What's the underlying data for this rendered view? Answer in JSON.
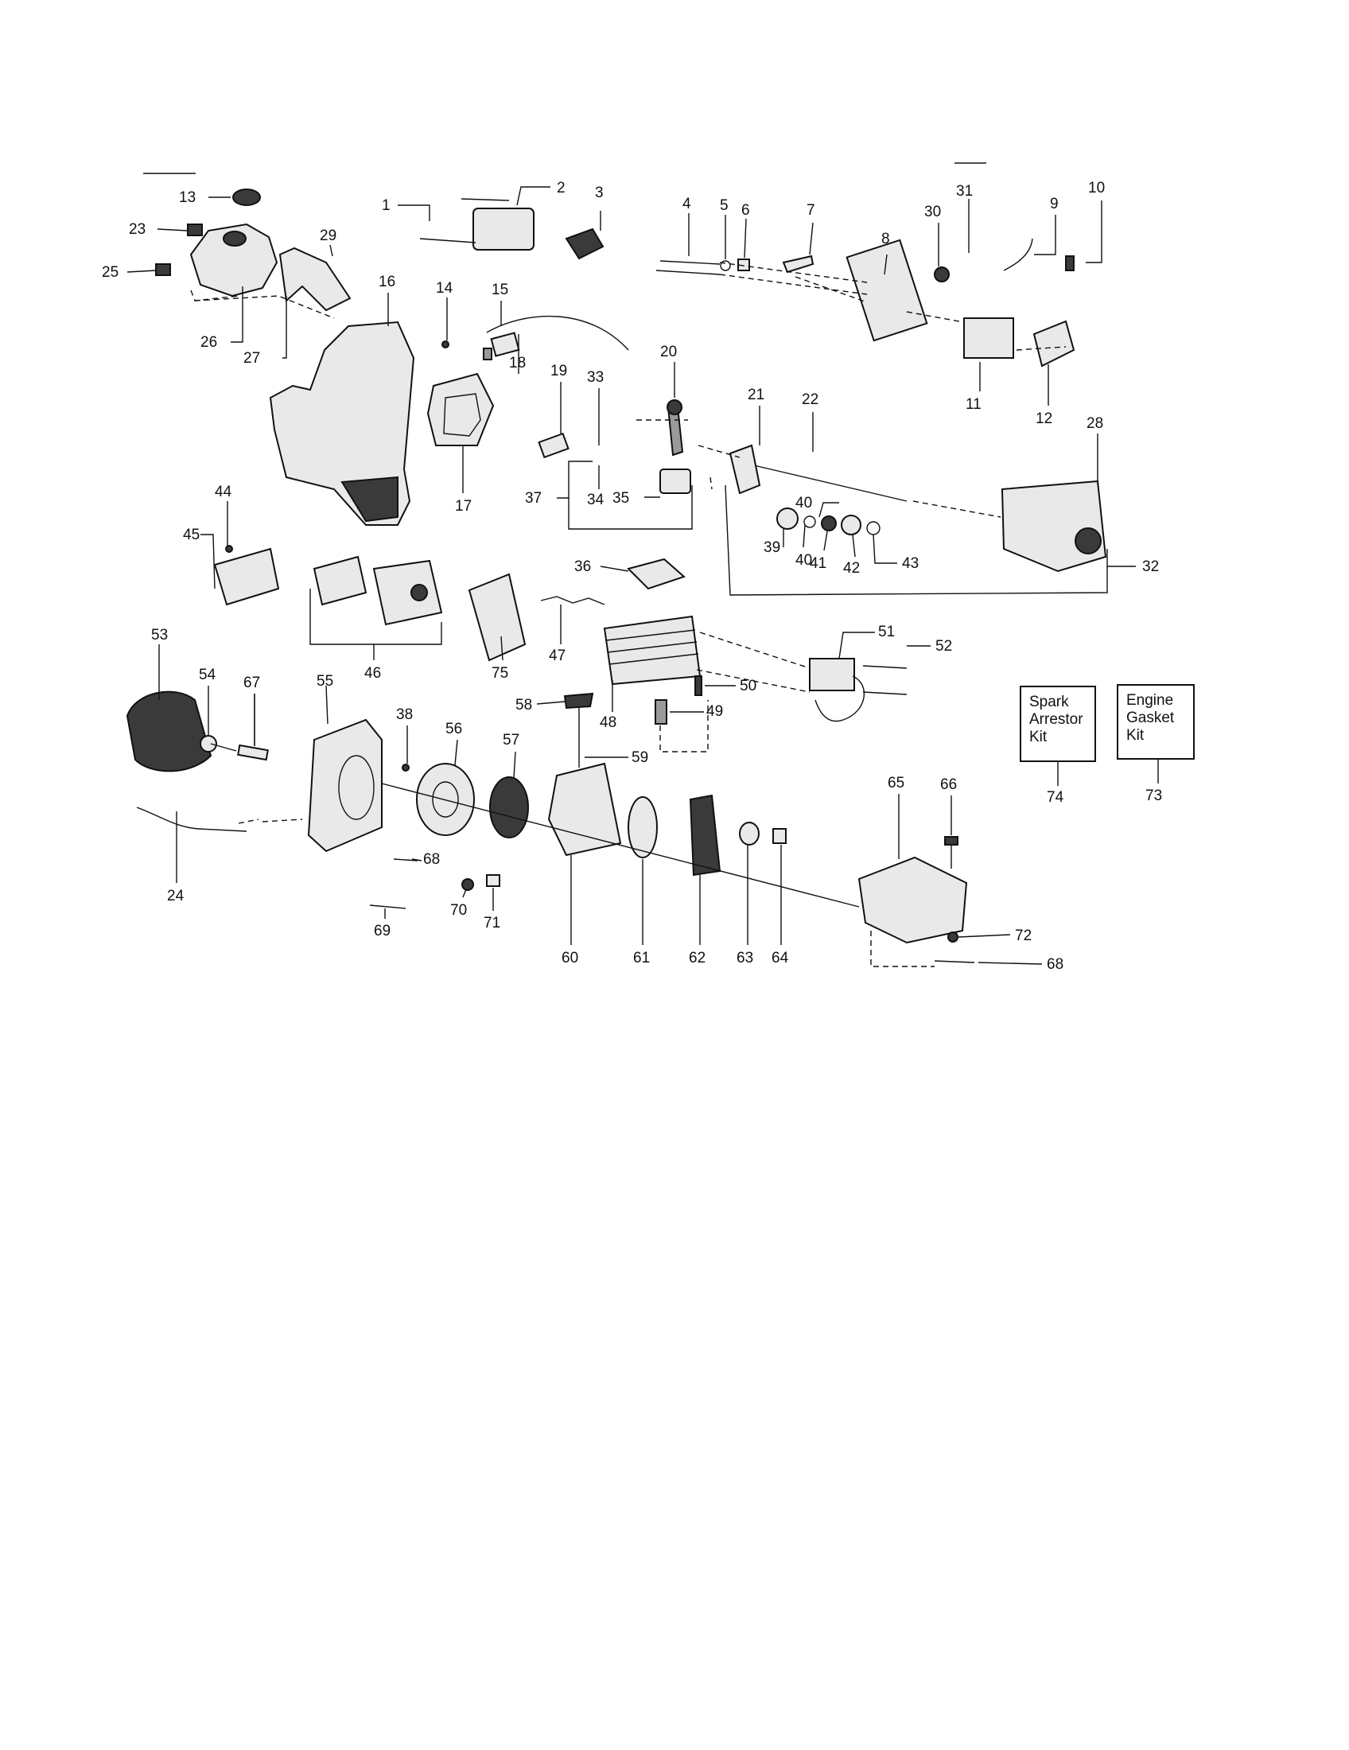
{
  "diagram": {
    "part_numbers": [
      "1",
      "2",
      "3",
      "4",
      "5",
      "6",
      "7",
      "8",
      "9",
      "10",
      "11",
      "12",
      "13",
      "14",
      "15",
      "16",
      "17",
      "18",
      "19",
      "20",
      "21",
      "22",
      "23",
      "24",
      "25",
      "26",
      "27",
      "28",
      "29",
      "30",
      "31",
      "32",
      "33",
      "34",
      "35",
      "36",
      "37",
      "38",
      "39",
      "40",
      "40",
      "41",
      "42",
      "43",
      "44",
      "45",
      "46",
      "47",
      "48",
      "49",
      "50",
      "51",
      "52",
      "53",
      "54",
      "55",
      "56",
      "57",
      "58",
      "59",
      "60",
      "61",
      "62",
      "63",
      "64",
      "65",
      "66",
      "67",
      "68",
      "68",
      "69",
      "70",
      "71",
      "72",
      "73",
      "74",
      "75"
    ],
    "kits": [
      {
        "lines": [
          "Spark",
          "Arrestor",
          "Kit"
        ],
        "number": "74"
      },
      {
        "lines": [
          "Engine",
          "Gasket",
          "Kit"
        ],
        "number": "73"
      }
    ]
  }
}
